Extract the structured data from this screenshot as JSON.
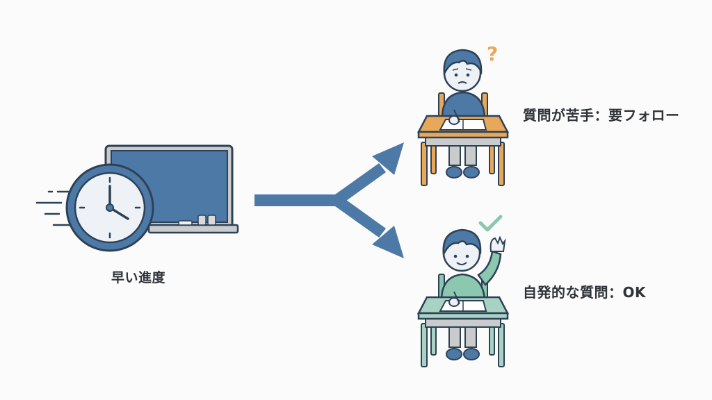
{
  "diagram": {
    "left": {
      "label": "早い進度",
      "icons": [
        "clock-icon",
        "chalkboard-icon",
        "speed-lines-icon"
      ]
    },
    "branches": [
      {
        "label": "質問が苦手：要フォロー",
        "marker": "?",
        "marker_icon": "question-mark-icon",
        "student_mood": "worried",
        "accent_color": "#e8a85a"
      },
      {
        "label": "自発的な質問：OK",
        "marker": "✓",
        "marker_icon": "checkmark-icon",
        "student_mood": "happy-raising-hand",
        "accent_color": "#8cc7b0"
      }
    ],
    "colors": {
      "primary_blue": "#4d79a6",
      "dark_outline": "#2d4156",
      "desk_orange": "#e8a85a",
      "desk_green": "#a8d2c1",
      "sweater_green": "#8cc7b0",
      "text": "#2f3338"
    }
  }
}
